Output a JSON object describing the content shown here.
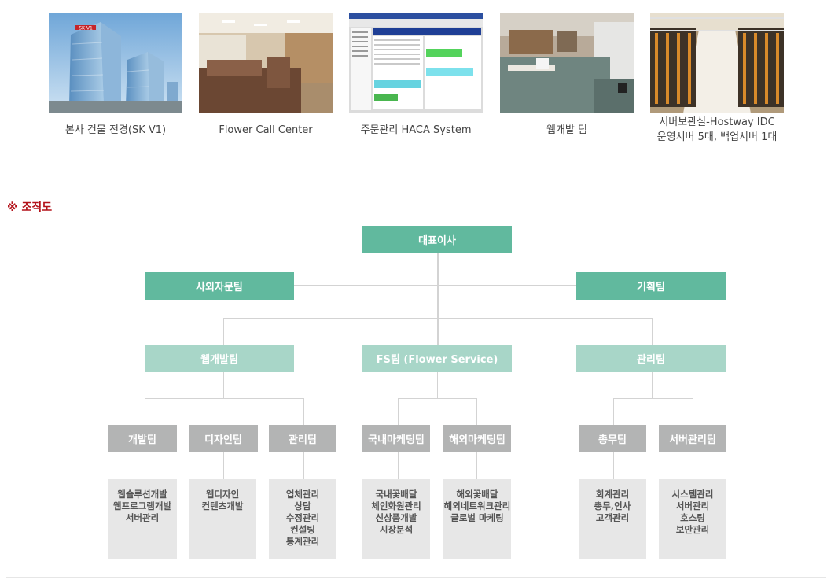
{
  "photos": [
    {
      "caption": "본사 건물 전경(SK V1)",
      "sign_text": "SK V1"
    },
    {
      "caption": "Flower Call Center"
    },
    {
      "caption": "주문관리 HACA System"
    },
    {
      "caption": "웹개발 팀"
    },
    {
      "caption": "서버보관실-Hostway IDC\n운영서버 5대, 백업서버 1대"
    }
  ],
  "org": {
    "section_title": "※ 조직도",
    "ceo": "대표이사",
    "advisory": "사외자문팀",
    "planning": "기획팀",
    "divisions": [
      "웹개발팀",
      "FS팀 (Flower Service)",
      "관리팀"
    ],
    "teams": [
      "개발팀",
      "디자인팀",
      "관리팀",
      "국내마케팅팀",
      "해외마케팅팀",
      "총무팀",
      "서버관리팀"
    ],
    "duties": [
      [
        "웹솔루션개발",
        "웹프로그램개발",
        "서버관리"
      ],
      [
        "웹디자인",
        "컨텐츠개발"
      ],
      [
        "업체관리",
        "상담",
        "수정관리",
        "컨설팅",
        "통계관리"
      ],
      [
        "국내꽃배달",
        "체인화원관리",
        "신상품개발",
        "시장분석"
      ],
      [
        "해외꽃배달",
        "해외네트워크관리",
        "글로벌 마케팅"
      ],
      [
        "회계관리",
        "총무,인사",
        "고객관리"
      ],
      [
        "시스템관리",
        "서버관리",
        "호스팅",
        "보안관리"
      ]
    ]
  },
  "colors": {
    "level1": "#61b99e",
    "level2": "#a8d6c8",
    "level3": "#b3b4b4",
    "duty_bg": "#e7e7e7",
    "title_red": "#b3121a"
  }
}
